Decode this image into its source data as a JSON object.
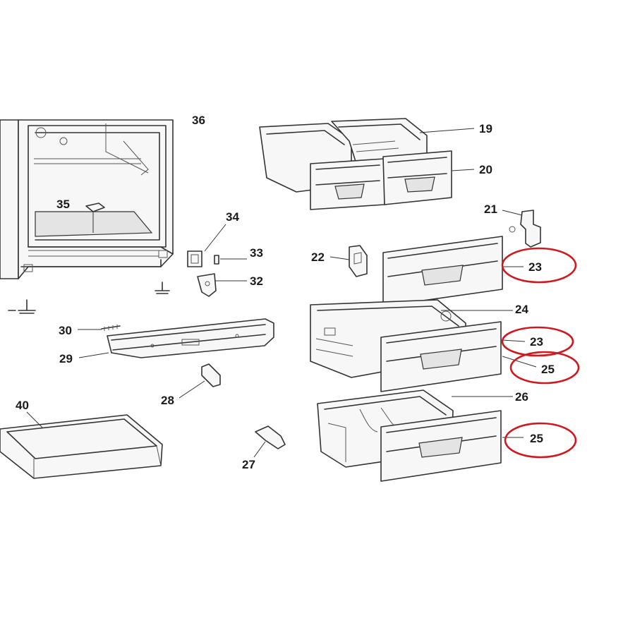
{
  "highlight_color": "#d0191f",
  "callouts": {
    "c19": "19",
    "c20": "20",
    "c21": "21",
    "c22": "22",
    "c23a": "23",
    "c23b": "23",
    "c24": "24",
    "c25a": "25",
    "c25b": "25",
    "c26": "26",
    "c27": "27",
    "c28": "28",
    "c29": "29",
    "c30": "30",
    "c32": "32",
    "c33": "33",
    "c34": "34",
    "c35": "35",
    "c36": "36",
    "c40": "40"
  }
}
